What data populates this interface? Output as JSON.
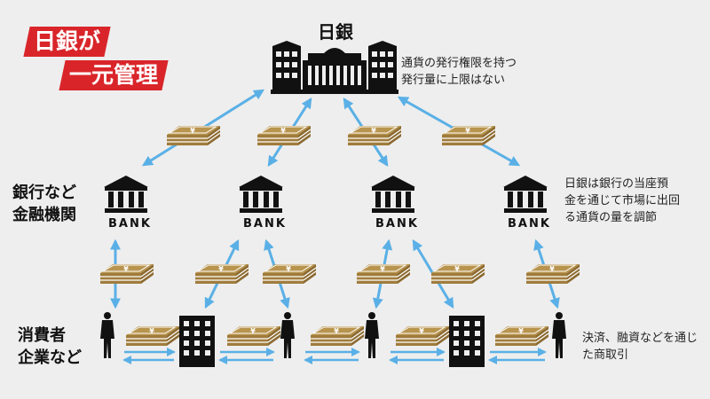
{
  "colors": {
    "background": "#eeeeee",
    "arrow": "#5ab0e6",
    "money": "#b8944e",
    "money_light": "#ffffff",
    "icon": "#111111",
    "tag": "#d9252a"
  },
  "title_tag": {
    "line1": "日銀が",
    "line2": "一元管理"
  },
  "central_bank": {
    "label": "日銀",
    "note_line1": "通貨の発行権限を持つ",
    "note_line2": "発行量に上限はない"
  },
  "banks_row": {
    "side_line1": "銀行など",
    "side_line2": "金融機関",
    "bank_label": "BANK",
    "note_line1": "日銀は銀行の当座預",
    "note_line2": "金を通じて市場に出回",
    "note_line3": "る通貨の量を調節"
  },
  "consumers_row": {
    "side_line1": "消費者",
    "side_line2": "企業など",
    "note_line1": "決済、融資などを通じ",
    "note_line2": "た商取引"
  },
  "icons": {
    "central_bank": "central-bank-building-icon",
    "bank": "bank-building-icon",
    "person": "person-icon",
    "office": "office-building-icon",
    "money": "yen-banknote-stack-icon"
  }
}
